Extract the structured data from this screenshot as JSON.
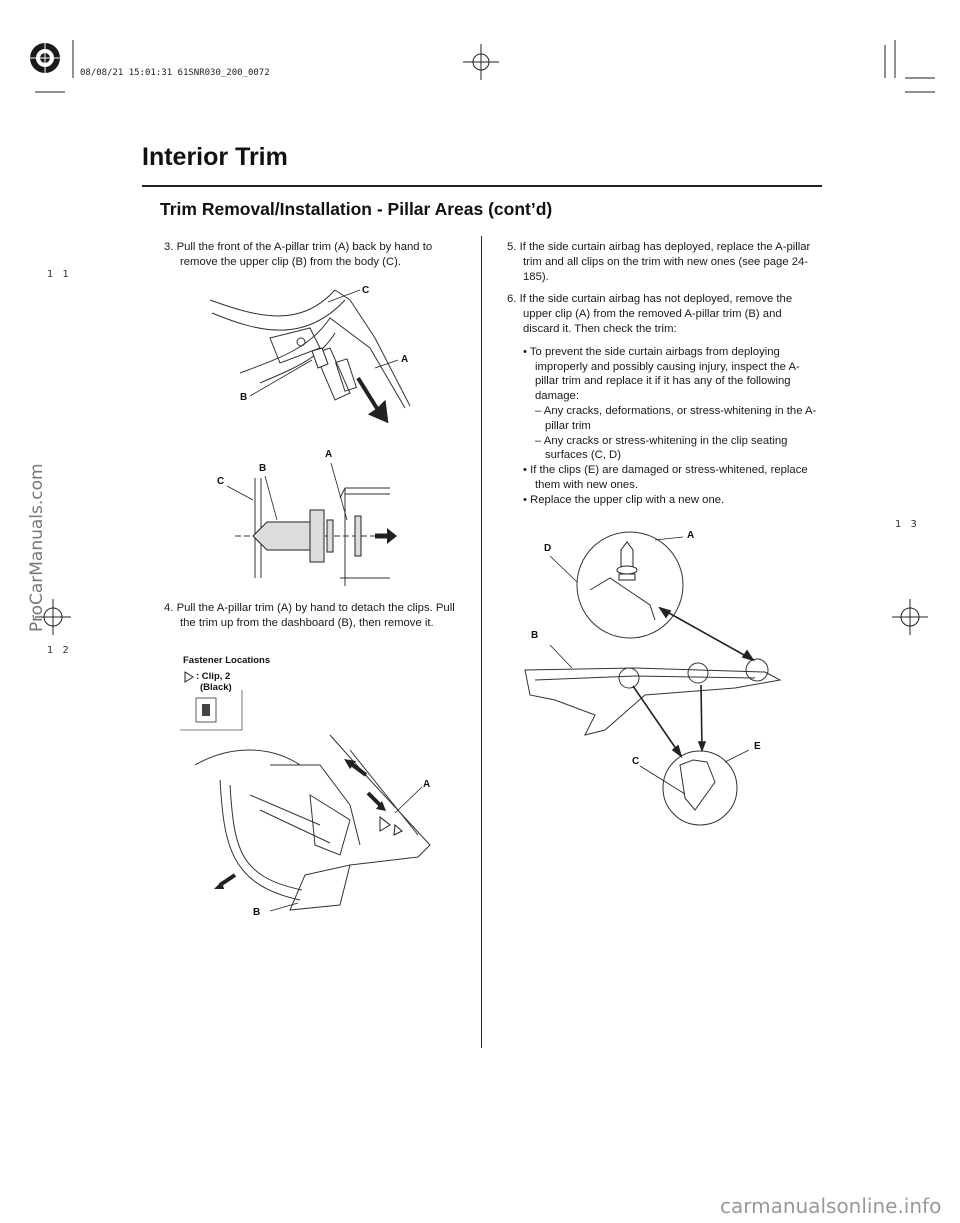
{
  "header": {
    "print_stamp": "08/08/21 15:01:31 61SNR030_200_0072",
    "title": "Interior Trim",
    "subtitle": "Trim Removal/Installation - Pillar Areas (cont’d)"
  },
  "left_column": {
    "step3": {
      "number": "3.",
      "text": "Pull the front of the A-pillar trim (A) back by hand to remove the upper clip (B) from the body (C)."
    },
    "figure1_callouts": {
      "c": "C",
      "a": "A",
      "b": "B"
    },
    "figure2_callouts": {
      "c": "C",
      "b": "B",
      "a": "A"
    },
    "step4": {
      "number": "4.",
      "text": "Pull the A-pillar trim (A) by hand to detach the clips. Pull the trim up from the dashboard (B), then remove it."
    },
    "fastener": {
      "title": "Fastener Locations",
      "legend_line1": ": Clip, 2",
      "legend_line2": "(Black)"
    },
    "figure3_callouts": {
      "a": "A",
      "b": "B"
    }
  },
  "right_column": {
    "step5": {
      "number": "5.",
      "text": "If the side curtain airbag has deployed, replace the A-pillar trim and all clips on the trim with new ones (see page 24-185)."
    },
    "step6": {
      "number": "6.",
      "text": "If the side curtain airbag has not deployed, remove the upper clip (A) from the removed A-pillar trim (B) and discard it. Then check the trim:"
    },
    "bullets": [
      "To prevent the side curtain airbags from deploying improperly and possibly causing injury, inspect the A-pillar trim and replace it if it has any of the following damage:",
      "If the clips (E) are damaged or stress-whitened, replace them with new ones.",
      "Replace the upper clip with a new one."
    ],
    "dashes": [
      "– Any cracks, deformations, or stress-whitening in the A-pillar trim",
      "– Any cracks or stress-whitening in the clip seating surfaces (C, D)"
    ],
    "figure4_callouts": {
      "a": "A",
      "d": "D",
      "b": "B",
      "e": "E",
      "c": "C"
    }
  },
  "margins": {
    "top_left": "1 1",
    "mid_left": "1 2",
    "right": "1 3",
    "watermark_left": "ProCarManuals.com",
    "watermark_bottom": "carmanualsonline.info"
  }
}
